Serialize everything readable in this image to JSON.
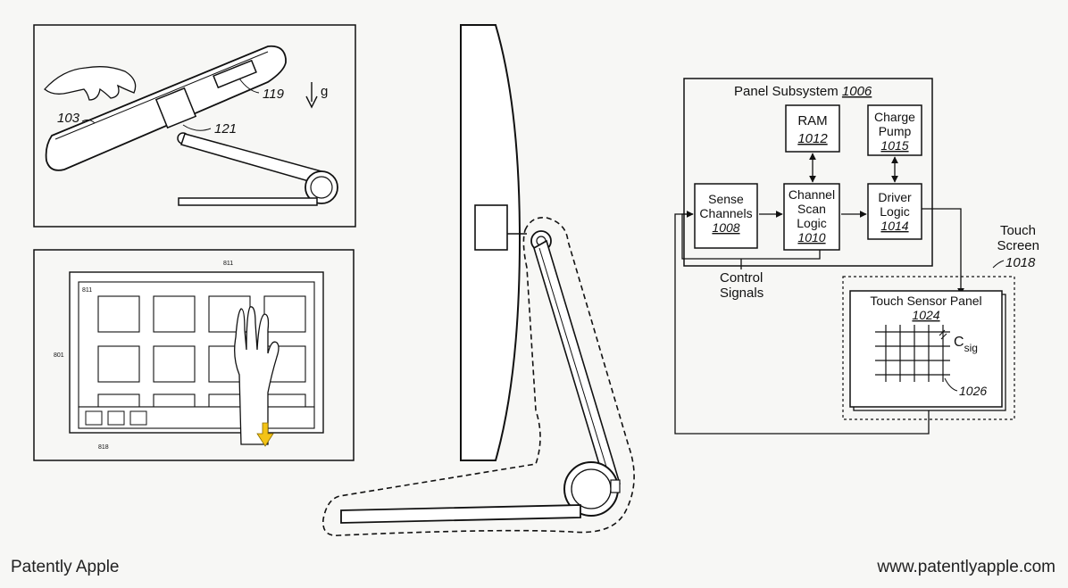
{
  "fig1": {
    "label_103": "103",
    "label_121": "121",
    "label_119": "119",
    "gravity": "g"
  },
  "fig2": {
    "label_811_top": "811",
    "label_811_tile": "811",
    "label_801": "801",
    "label_818": "818"
  },
  "block": {
    "subsystem_title": "Panel Subsystem",
    "subsystem_num": "1006",
    "ram": {
      "name": "RAM",
      "num": "1012"
    },
    "charge_pump": {
      "line1": "Charge",
      "line2": "Pump",
      "num": "1015"
    },
    "sense": {
      "line1": "Sense",
      "line2": "Channels",
      "num": "1008"
    },
    "scan": {
      "line1": "Channel",
      "line2": "Scan",
      "line3": "Logic",
      "num": "1010"
    },
    "driver": {
      "line1": "Driver",
      "line2": "Logic",
      "num": "1014"
    },
    "control": {
      "line1": "Control",
      "line2": "Signals"
    },
    "touch_screen": {
      "line1": "Touch",
      "line2": "Screen",
      "num": "1018"
    },
    "sensor_panel": {
      "title": "Touch Sensor Panel",
      "num": "1024"
    },
    "csig": {
      "c": "C",
      "sub": "sig"
    },
    "grid_num": "1026"
  },
  "footer": {
    "left": "Patently Apple",
    "right": "www.patentlyapple.com"
  },
  "colors": {
    "arrow_yellow": "#f3c316",
    "line": "#111111"
  }
}
